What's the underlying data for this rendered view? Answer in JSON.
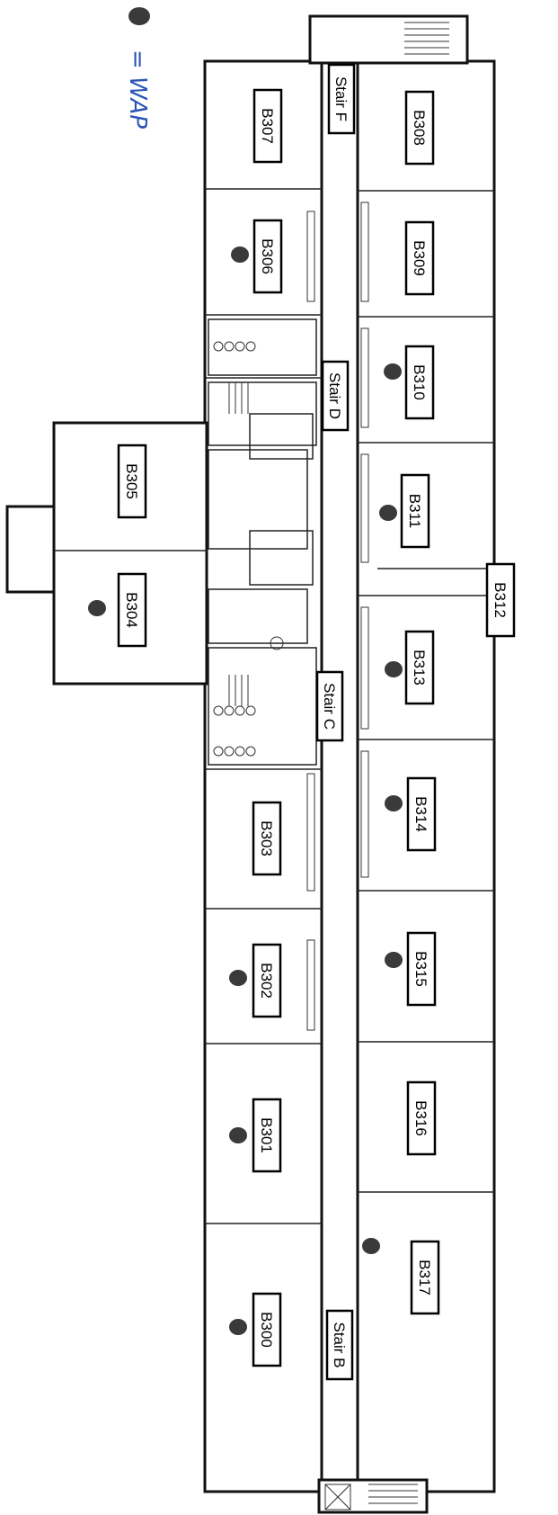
{
  "legend": {
    "symbol_name": "wap-dot",
    "text": "= WAP"
  },
  "rooms": [
    {
      "id": "B307",
      "wap": false
    },
    {
      "id": "B306",
      "wap": true
    },
    {
      "id": "B305",
      "wap": false
    },
    {
      "id": "B304",
      "wap": true
    },
    {
      "id": "B303",
      "wap": false
    },
    {
      "id": "B302",
      "wap": true
    },
    {
      "id": "B301",
      "wap": true
    },
    {
      "id": "B300",
      "wap": true
    },
    {
      "id": "B308",
      "wap": false
    },
    {
      "id": "B309",
      "wap": false
    },
    {
      "id": "B310",
      "wap": true
    },
    {
      "id": "B311",
      "wap": true
    },
    {
      "id": "B312",
      "wap": false
    },
    {
      "id": "B313",
      "wap": true
    },
    {
      "id": "B314",
      "wap": true
    },
    {
      "id": "B315",
      "wap": true
    },
    {
      "id": "B316",
      "wap": false
    },
    {
      "id": "B317",
      "wap": true
    }
  ],
  "stairs": [
    "Stair F",
    "Stair D",
    "Stair C",
    "Stair B"
  ],
  "colors": {
    "ink": "#111111",
    "legend_blue": "#2a55b5",
    "wap_dot": "#3a3a3a"
  }
}
